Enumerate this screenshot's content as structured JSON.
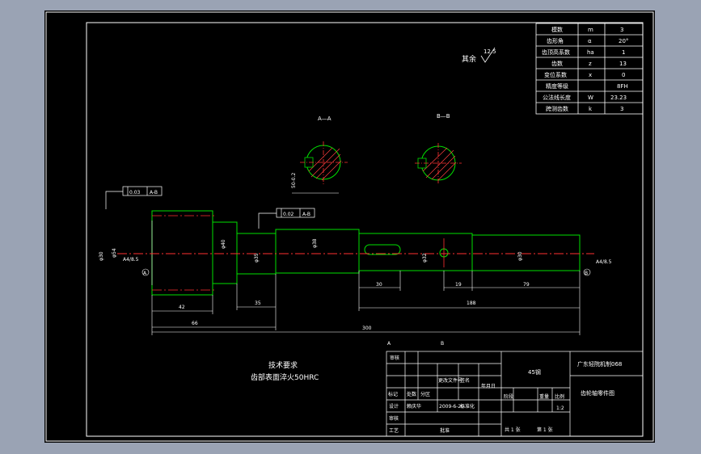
{
  "param_table": {
    "rows": [
      [
        "模数",
        "m",
        "3"
      ],
      [
        "齿形角",
        "α",
        "20°"
      ],
      [
        "齿顶高系数",
        "ha",
        "1"
      ],
      [
        "齿数",
        "z",
        "13"
      ],
      [
        "变位系数",
        "x",
        "0"
      ],
      [
        "精度等级",
        "",
        "8FH"
      ],
      [
        "公法线长度",
        "W",
        "23.23"
      ],
      [
        "跨测齿数",
        "k",
        "3"
      ]
    ]
  },
  "roughness_note": {
    "label": "其余",
    "value": "12.5"
  },
  "sections": {
    "a": "A—A",
    "b": "B—B"
  },
  "tolerances": {
    "left": {
      "value": "0.03",
      "datum": "A-B"
    },
    "mid": {
      "value": "0.02",
      "datum": "A-B"
    }
  },
  "dimensions": {
    "d_left_outer": "φ30",
    "d_left": "φ54",
    "d_step": "φ40",
    "d_mid": "φ35",
    "d_wide": "φ38",
    "d_key": "φ32",
    "d_right": "φ30",
    "key_len": "30",
    "hole_len": "19",
    "right_len": "79",
    "len_42": "42",
    "len_66": "66",
    "len_35": "35",
    "len_188": "188",
    "len_300": "300",
    "m_a": "A",
    "m_b": "B",
    "chamfer_l": "A4/8.5",
    "chamfer_r": "A4/8.5",
    "datum_a": "A",
    "datum_b": "B"
  },
  "tech_req": {
    "title": "技术要求",
    "line1": "齿部表面淬火50HRC"
  },
  "title_block": {
    "material": "45钢",
    "company": "广东轻院机制068",
    "part_name": "齿轮轴零件图",
    "scale_label": "比例",
    "scale_value": "1:2",
    "weight_label": "重量",
    "stage_label": "阶段",
    "sheet_total": "共 1 张",
    "sheet_no": "第 1 张",
    "mark": "标记",
    "count": "处数",
    "zone": "分区",
    "doc_no": "更改文件号",
    "sign": "签名",
    "date": "年月日",
    "designer_label": "设计",
    "designer": "赖庆华",
    "design_date": "2009-6-20",
    "std": "标准化",
    "check": "审核",
    "process": "工艺",
    "approve": "批准"
  }
}
